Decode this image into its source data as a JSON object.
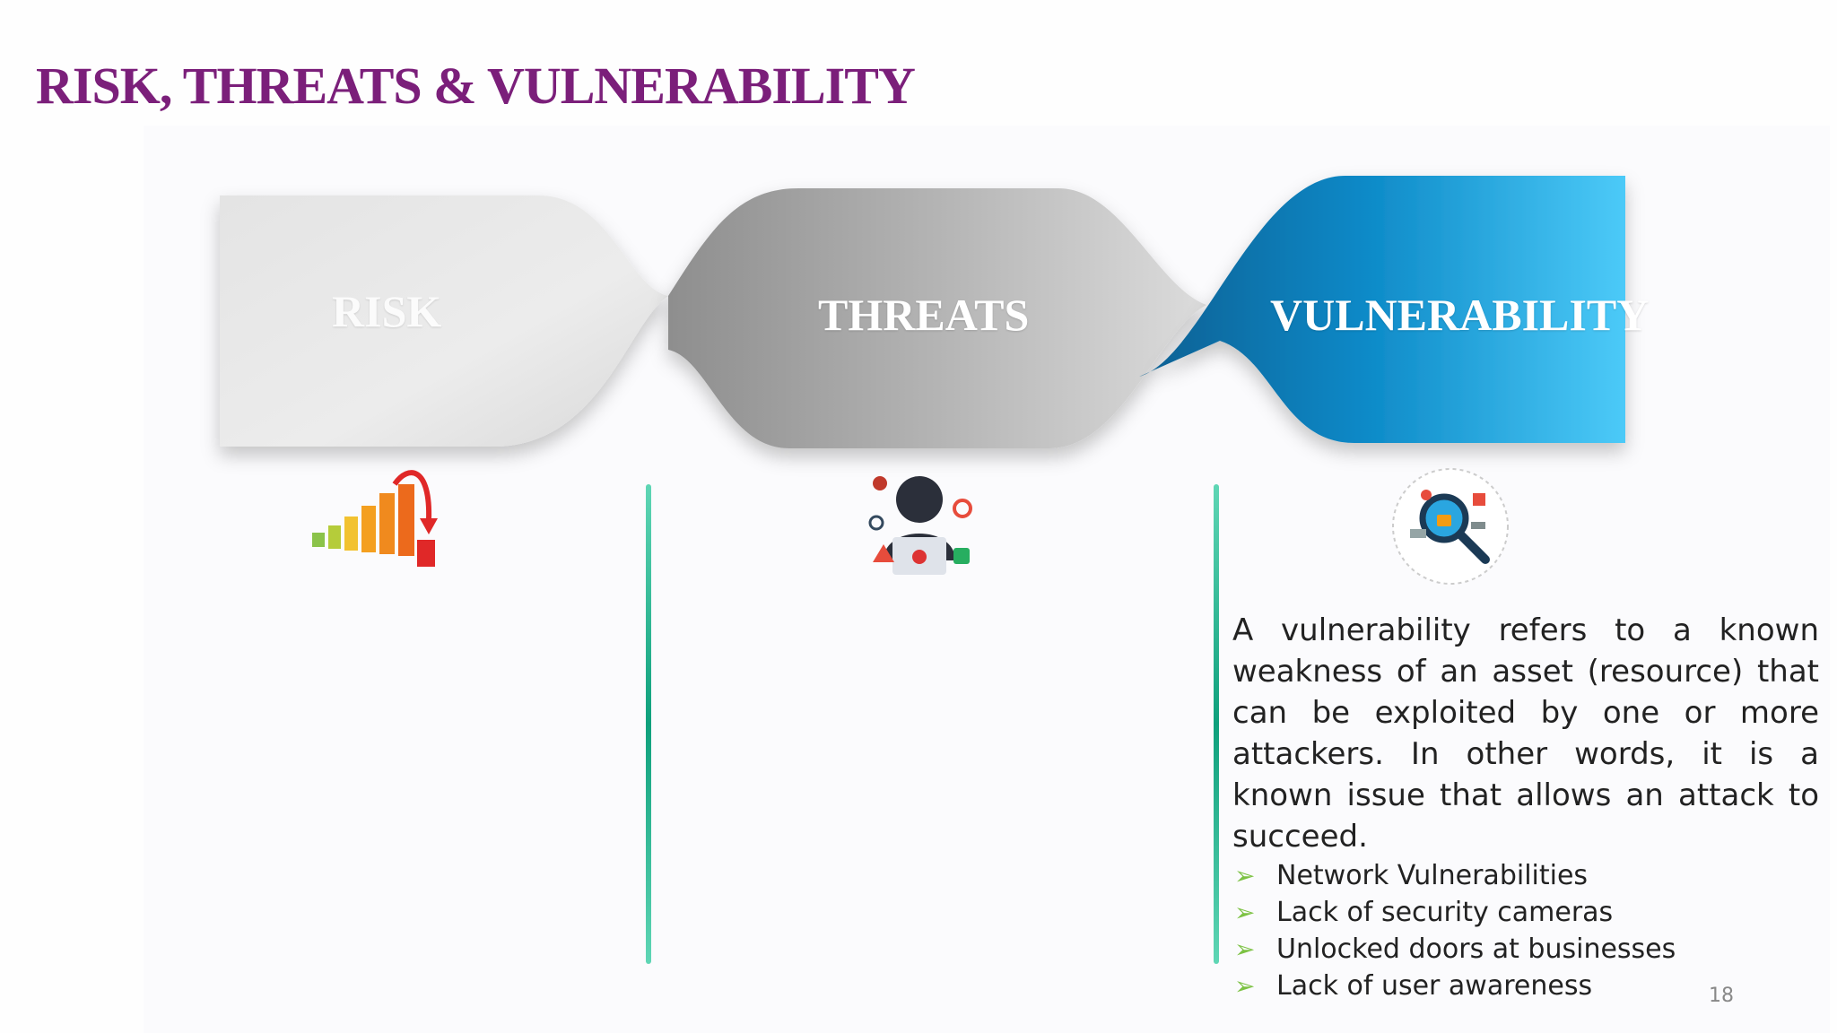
{
  "title": "RISK, THREATS & VULNERABILITY",
  "banner": {
    "labels": [
      "RISK",
      "THREATS",
      "VULNERABILITY"
    ],
    "active": "VULNERABILITY",
    "colors": {
      "inactive_light": "#e6e6e6",
      "inactive_dark": "#9a9a9a",
      "active_start": "#0a6ea6",
      "active_end": "#44c6f7"
    }
  },
  "icons": {
    "risk": "declining-bar-chart-icon",
    "threats": "hacker-icon",
    "vulnerability": "magnifier-security-icon"
  },
  "vulnerability": {
    "description": "A vulnerability refers to a known weakness of an asset (resource) that can be exploited by one or more attackers. In other words, it is a known issue that allows an attack to succeed.",
    "examples": [
      "Network Vulnerabilities",
      "Lack of security cameras",
      "Unlocked doors at businesses",
      "Lack of user awareness"
    ]
  },
  "bullet_symbol": "➢",
  "page_number": "18",
  "colors": {
    "title": "#7b1f7a",
    "divider": "#0ea07c",
    "bullet": "#7cc243"
  }
}
